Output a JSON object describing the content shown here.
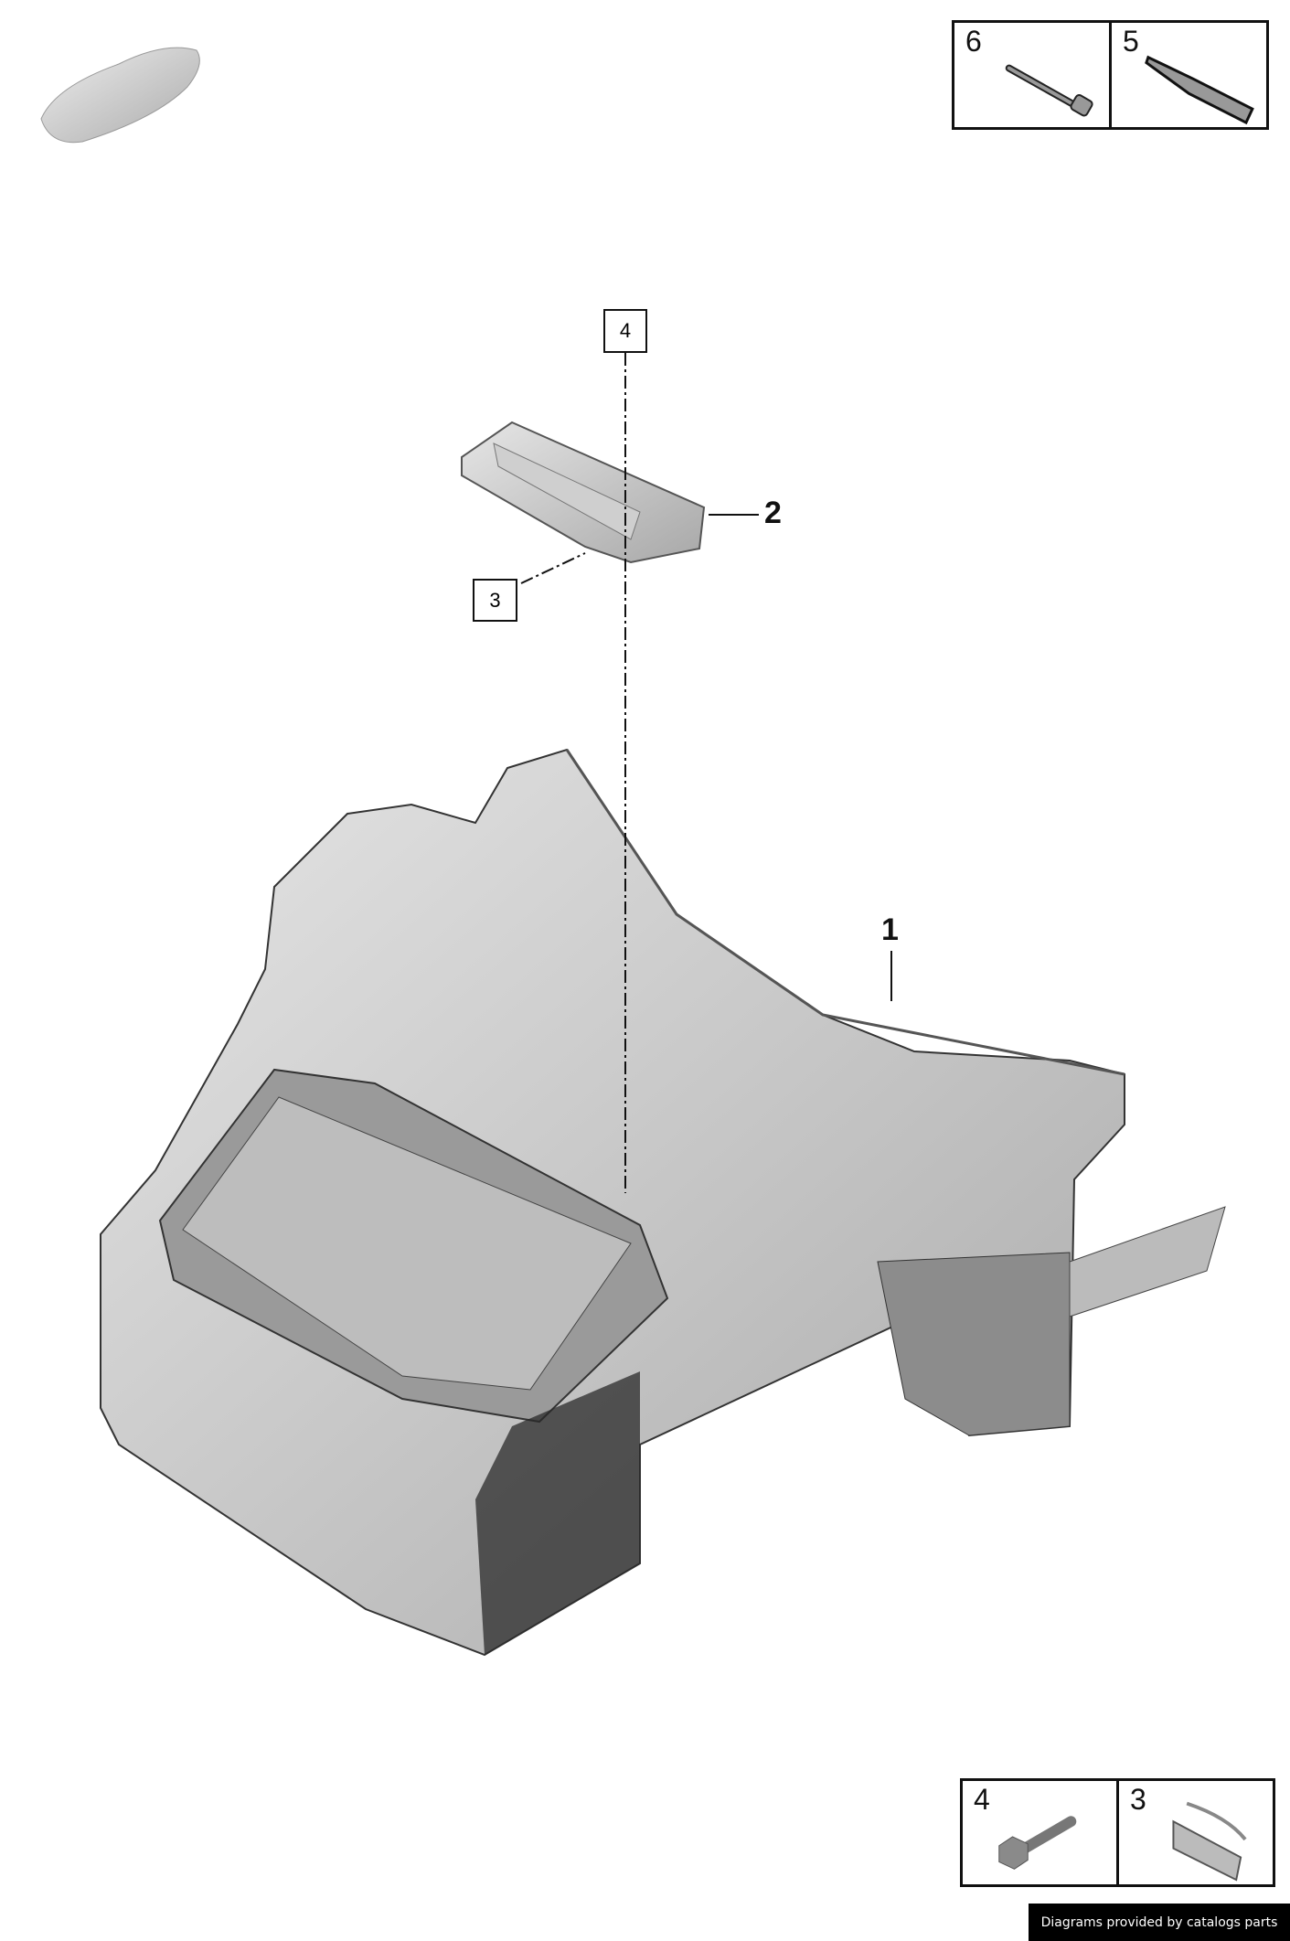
{
  "legend_top": [
    {
      "number": "6",
      "part": "pin-icon"
    },
    {
      "number": "5",
      "part": "sealant-tube-icon"
    }
  ],
  "legend_bottom": [
    {
      "number": "4",
      "part": "bolt-icon"
    },
    {
      "number": "3",
      "part": "clip-icon"
    }
  ],
  "callouts": {
    "box_4": "4",
    "box_3": "3",
    "label_1": "1",
    "label_2": "2"
  },
  "footer": "Diagrams provided by catalogs parts"
}
